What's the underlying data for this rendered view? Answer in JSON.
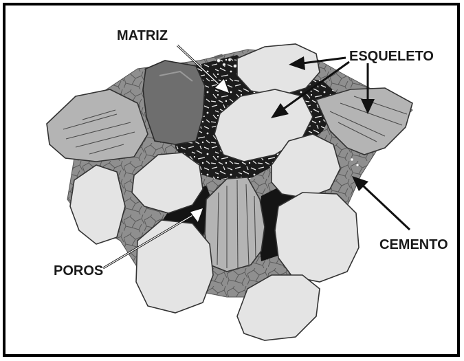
{
  "labels": {
    "matriz": "MATRIZ",
    "esqueleto": "ESQUELETO",
    "cemento": "CEMENTO",
    "poros": "POROS"
  },
  "colors": {
    "frame": "#000000",
    "grain_light": "#e4e4e4",
    "grain_medium": "#b4b4b4",
    "grain_dark": "#6e6e6e",
    "cement": "#8f8f8f",
    "matrix": "#1c1c1c",
    "pore": "#141414",
    "outline": "#333333"
  }
}
